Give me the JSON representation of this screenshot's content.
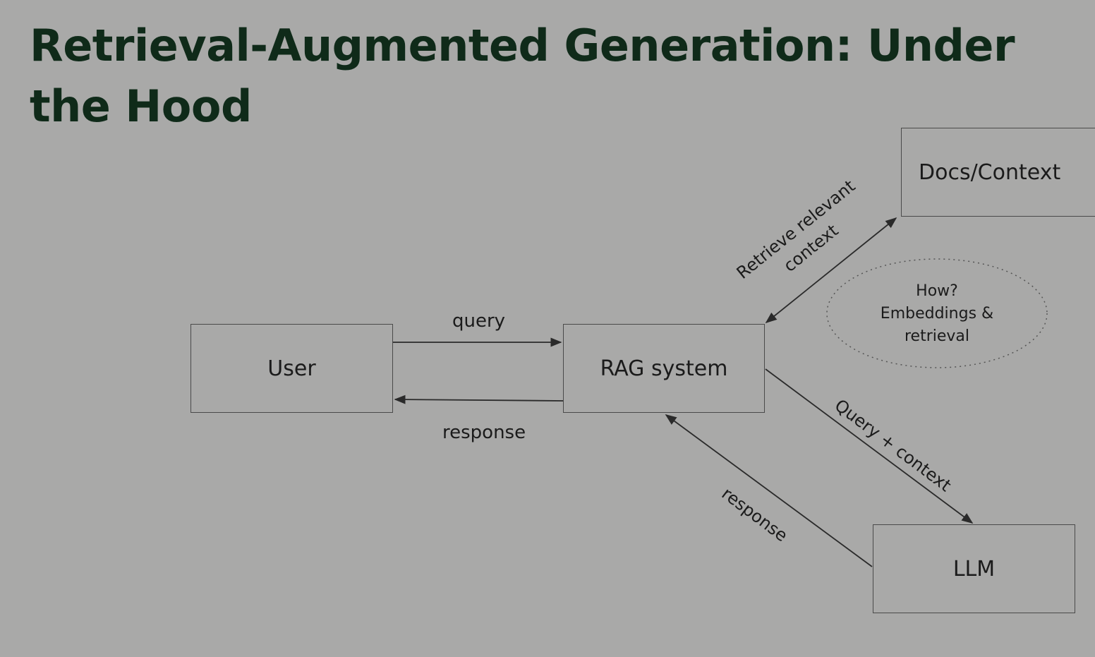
{
  "slide": {
    "title": "Retrieval-Augmented Generation: Under the Hood"
  },
  "diagram": {
    "nodes": {
      "user": "User",
      "rag": "RAG system",
      "docs": "Docs/Context",
      "llm": "LLM"
    },
    "edges": {
      "query": "query",
      "response_to_user": "response",
      "retrieve_line1": "Retrieve relevant",
      "retrieve_line2": "context",
      "query_context": "Query + context",
      "response_from_llm": "response"
    },
    "note": {
      "line1": "How?",
      "line2": "Embeddings &",
      "line3": "retrieval"
    }
  }
}
